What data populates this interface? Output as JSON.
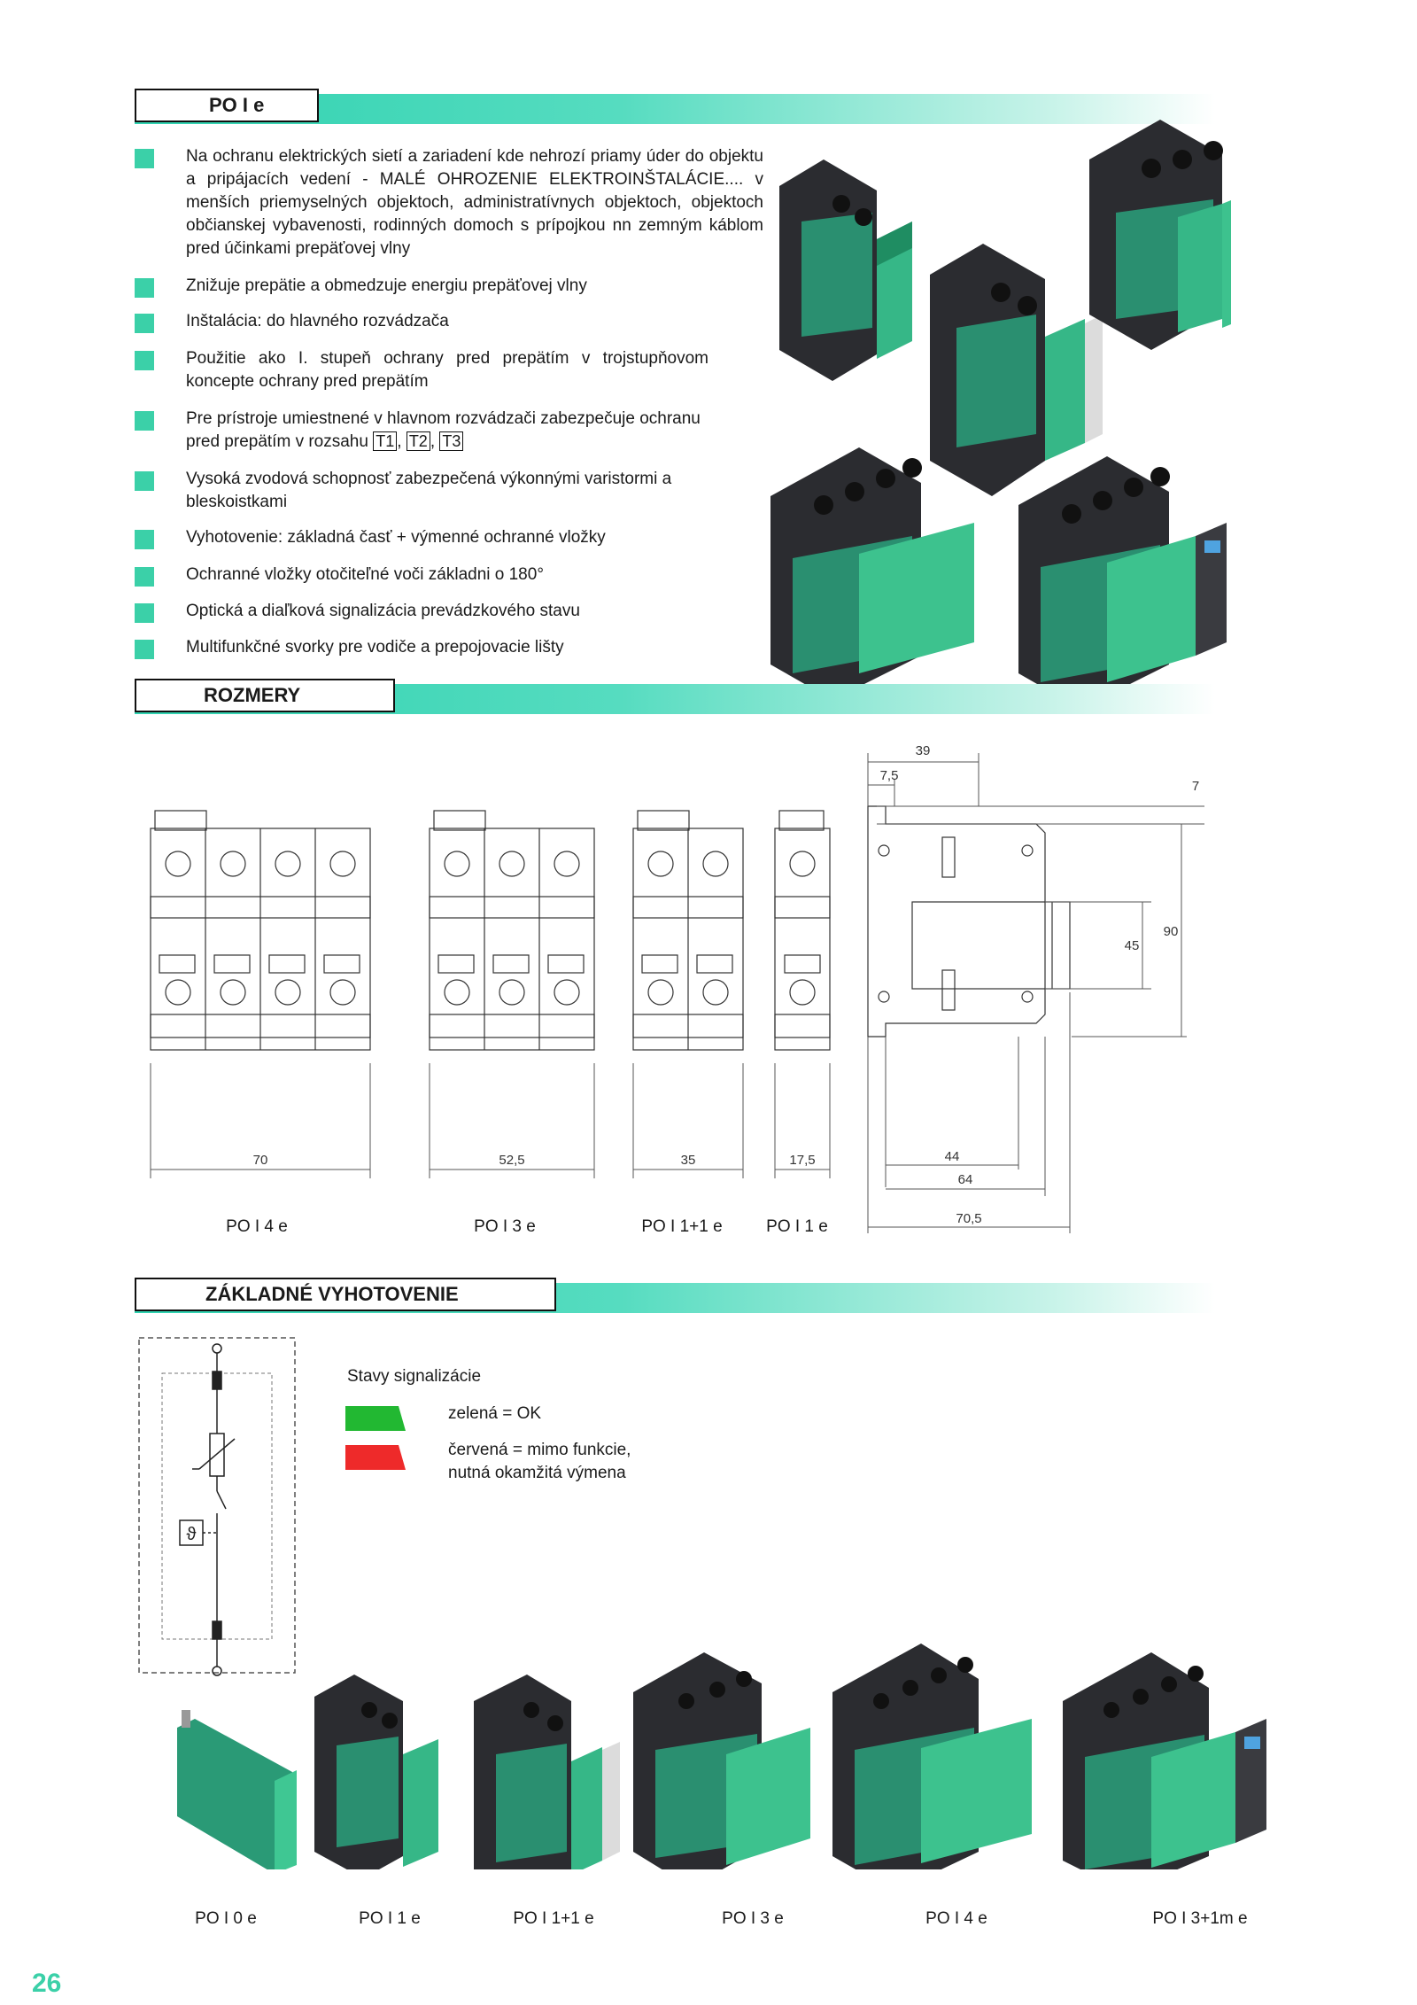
{
  "page_number": "26",
  "section1": {
    "title": "PO I e",
    "features": [
      "Na ochranu elektrických sietí a zariadení kde nehrozí priamy úder do objektu a pripájacích vedení - MALÉ OHROZENIE ELEKTROINŠTALÁCIE.... v menších priemyselných objektoch, administratívnych objektoch, objektoch občianskej vybavenosti, rodinných domoch s prípojkou nn zemným káblom pred účinkami prepäťovej vlny",
      "Znižuje prepätie a obmedzuje energiu prepäťovej vlny",
      "Inštalácia: do hlavného rozvádzača",
      "Použitie ako I. stupeň ochrany pred prepätím v trojstupňovom koncepte ochrany pred prepätím",
      "Vysoká zvodová schopnosť zabezpečená výkonnými varistormi a bleskoistkami",
      "Vyhotovenie:  základná časť + výmenné ochranné vložky",
      "Ochranné vložky otočiteľné voči základni o 180°",
      "Optická a diaľková signalizácia prevádzkového stavu",
      "Multifunkčné svorky pre vodiče a prepojovacie lišty"
    ],
    "feature5_prefix": "Pre prístroje umiestnené v hlavnom rozvádzači zabezpečuje ochranu pred prepätím v rozsahu",
    "tclasses": [
      "T1",
      "T2",
      "T3"
    ]
  },
  "section2": {
    "title": "ROZMERY",
    "front_widths": [
      "70",
      "52,5",
      "35",
      "17,5"
    ],
    "front_labels": [
      "PO I 4 e",
      "PO I 3 e",
      "PO I 1+1 e",
      "PO I 1 e"
    ],
    "side_dims": {
      "top": "39",
      "top2": "7,5",
      "right_top": "7",
      "h1": "45",
      "h2": "90",
      "b1": "44",
      "b2": "64",
      "b3": "70,5"
    }
  },
  "section3": {
    "title": "ZÁKLADNÉ VYHOTOVENIE",
    "legend_title": "Stavy signalizácie",
    "legend_green": "zelená = OK",
    "legend_red_l1": "červená = mimo funkcie,",
    "legend_red_l2": "nutná okamžitá výmena",
    "colors": {
      "green": "#22b832",
      "red": "#ee2a2a"
    },
    "schematic_symbol": "ϑ",
    "products": [
      "PO I 0 e",
      "PO I 1 e",
      "PO I 1+1 e",
      "PO I 3 e",
      "PO I 4 e",
      "PO I 3+1m e"
    ]
  }
}
